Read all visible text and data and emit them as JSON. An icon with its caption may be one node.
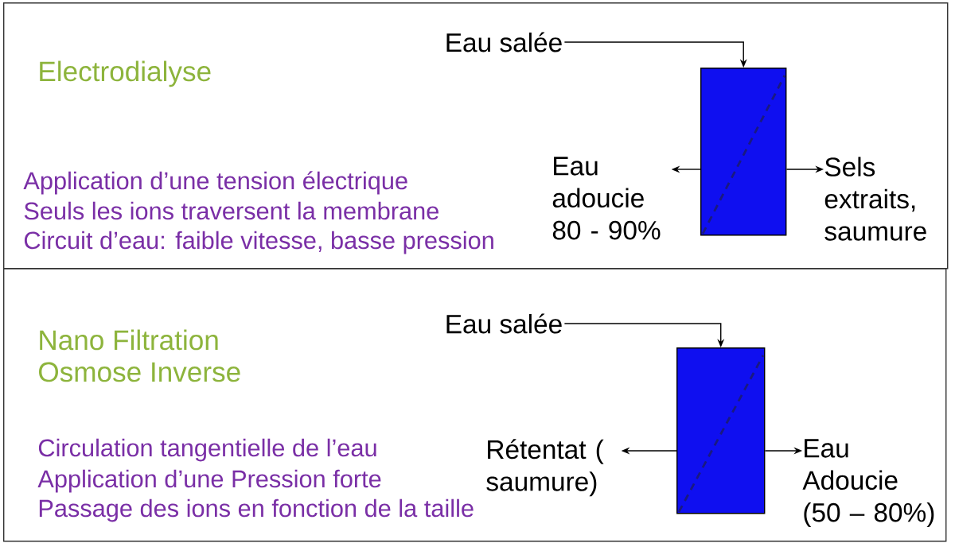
{
  "diagram": {
    "nodes": [
      {
        "text": [
          "Electrodialyse",
          "Application d’une tension électrique",
          "Seuls les ions traversent la membrane",
          "Circuit d’eau: faible vitesse, basse pression"
        ]
      },
      {
        "text": [
          "Eau salée"
        ],
        "in": 0
      },
      {
        "text": [],
        "shape": "box",
        "in": 0
      },
      {
        "text": [
          "Eau adoucie 80 - 90%"
        ],
        "in": 0
      },
      {
        "text": [
          "Sels extraits, saumure"
        ],
        "in": 0
      },
      {
        "text": [
          "Nano Filtration",
          "Osmose Inverse",
          "Circulation tangentielle de l’eau",
          "Application d’une Pression forte",
          "Passage des ions en fonction de la taille"
        ]
      },
      {
        "text": [
          "Eau salée"
        ],
        "in": 5
      },
      {
        "text": [],
        "shape": "box",
        "in": 5
      },
      {
        "text": [
          "Rétentat ( saumure)"
        ],
        "in": 5
      },
      {
        "text": [
          "Eau Adoucie (50 – 80%)"
        ],
        "in": 5
      }
    ],
    "edges": [
      {
        "from": 1,
        "to": 2,
        "arrow": "to"
      },
      {
        "from": 2,
        "to": 3,
        "arrow": "to"
      },
      {
        "from": 2,
        "to": 4,
        "arrow": "to"
      },
      {
        "from": 6,
        "to": 7,
        "arrow": "to"
      },
      {
        "from": 7,
        "to": 8,
        "arrow": "to"
      },
      {
        "from": 7,
        "to": 9,
        "arrow": "to"
      }
    ]
  }
}
